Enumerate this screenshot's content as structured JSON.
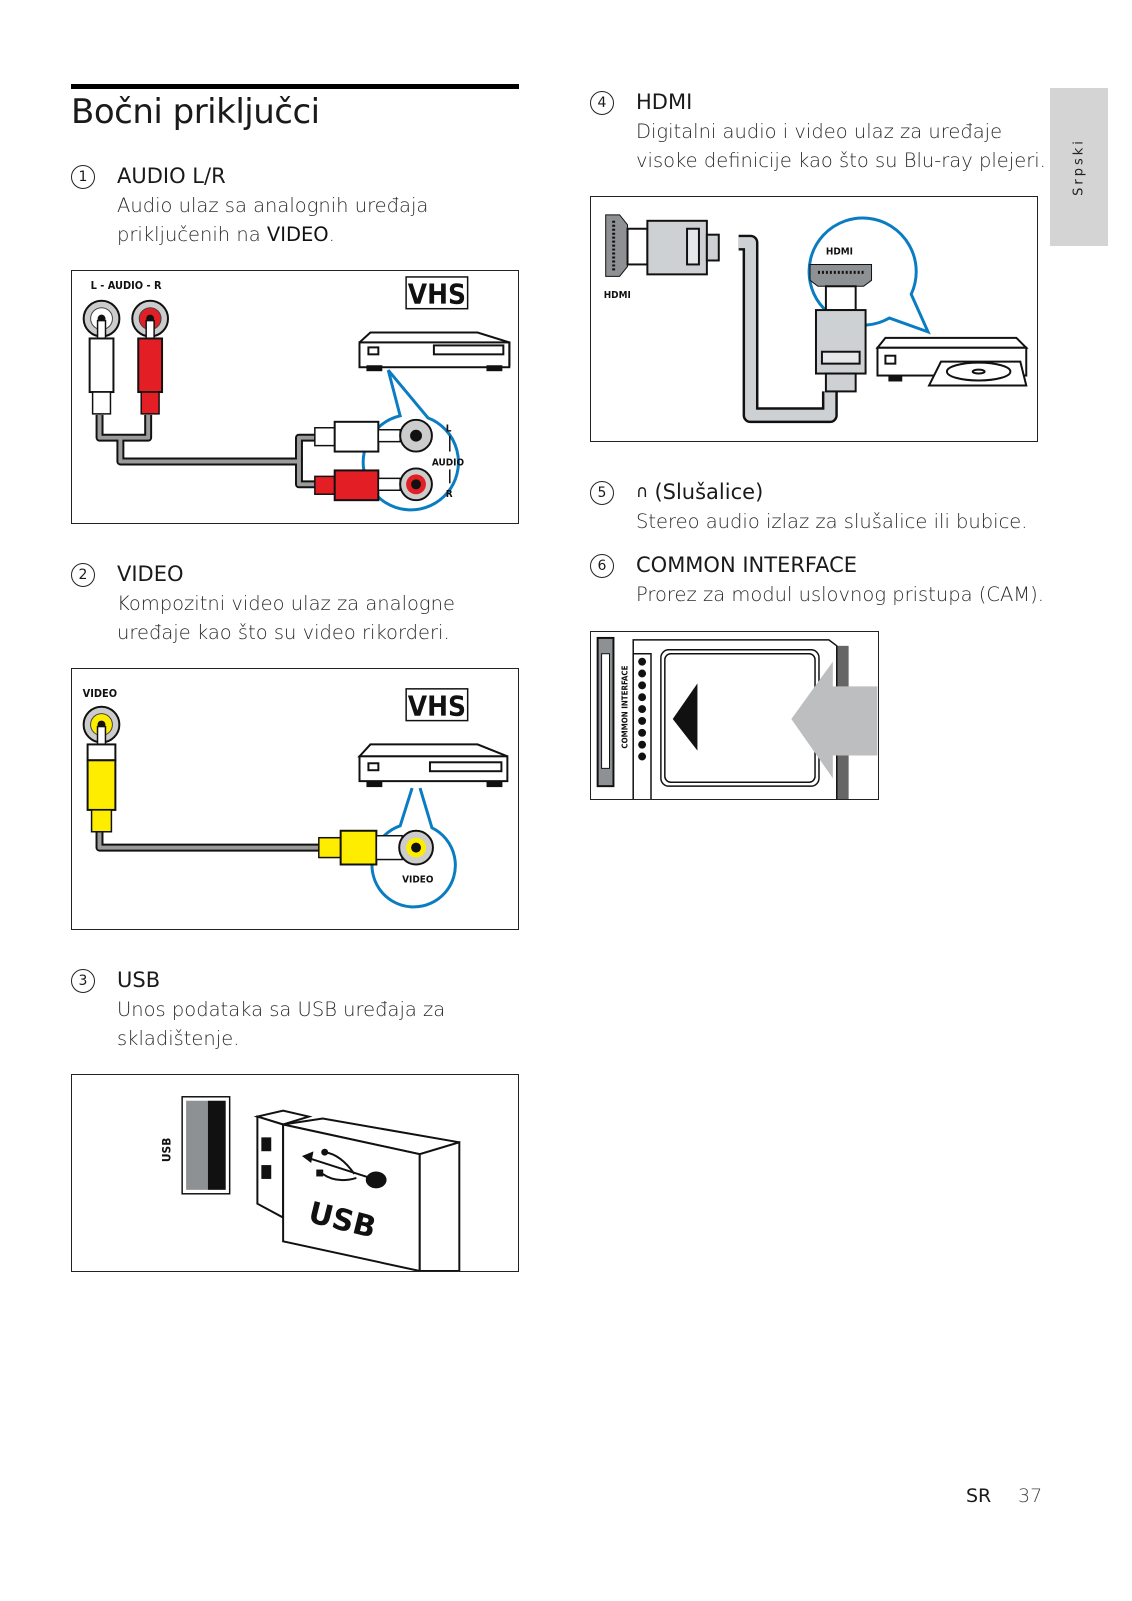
{
  "page": {
    "section_title": "Bočni priključci",
    "language_tab": "Srpski",
    "footer": {
      "lang_code": "SR",
      "page_number": "37"
    }
  },
  "items": [
    {
      "number": "1",
      "heading": "AUDIO L/R",
      "description_prefix": "Audio ulaz sa analognih uređaja priključenih na ",
      "description_bold": "VIDEO",
      "description_suffix": ".",
      "figure": {
        "top_label": "L - AUDIO - R",
        "device_logo": "VHS",
        "callout_labels": [
          "L",
          "AUDIO",
          "R"
        ],
        "connector_colors": {
          "left": "#ffffff",
          "right": "#e31e24"
        }
      }
    },
    {
      "number": "2",
      "heading": "VIDEO",
      "description": "Kompozitni video ulaz za analogne uređaje kao što su video rikorderi.",
      "figure": {
        "top_label": "VIDEO",
        "device_logo": "VHS",
        "callout_label": "VIDEO",
        "connector_color": "#ffed00"
      }
    },
    {
      "number": "3",
      "heading": "USB",
      "description": "Unos podataka sa USB uređaja za skladištenje.",
      "figure": {
        "port_label": "USB",
        "stick_label": "USB"
      }
    },
    {
      "number": "4",
      "heading": "HDMI",
      "description": "Digitalni audio i video ulaz za uređaje visoke definicije kao što su Blu-ray plejeri.",
      "figure": {
        "port_label": "HDMI",
        "callout_label": "HDMI"
      }
    },
    {
      "number": "5",
      "heading_icon": "headphones-icon",
      "heading_icon_glyph": "∩",
      "heading": "(Slušalice)",
      "description": "Stereo audio izlaz za slušalice ili bubice."
    },
    {
      "number": "6",
      "heading": "COMMON INTERFACE",
      "description": "Prorez za modul uslovnog pristupa (CAM).",
      "figure": {
        "slot_label": "COMMON INTERFACE"
      }
    }
  ],
  "colors": {
    "callout_blue": "#0a7cc1",
    "cable_gray": "#9b9b9b",
    "tab_gray": "#d4d4d4"
  }
}
